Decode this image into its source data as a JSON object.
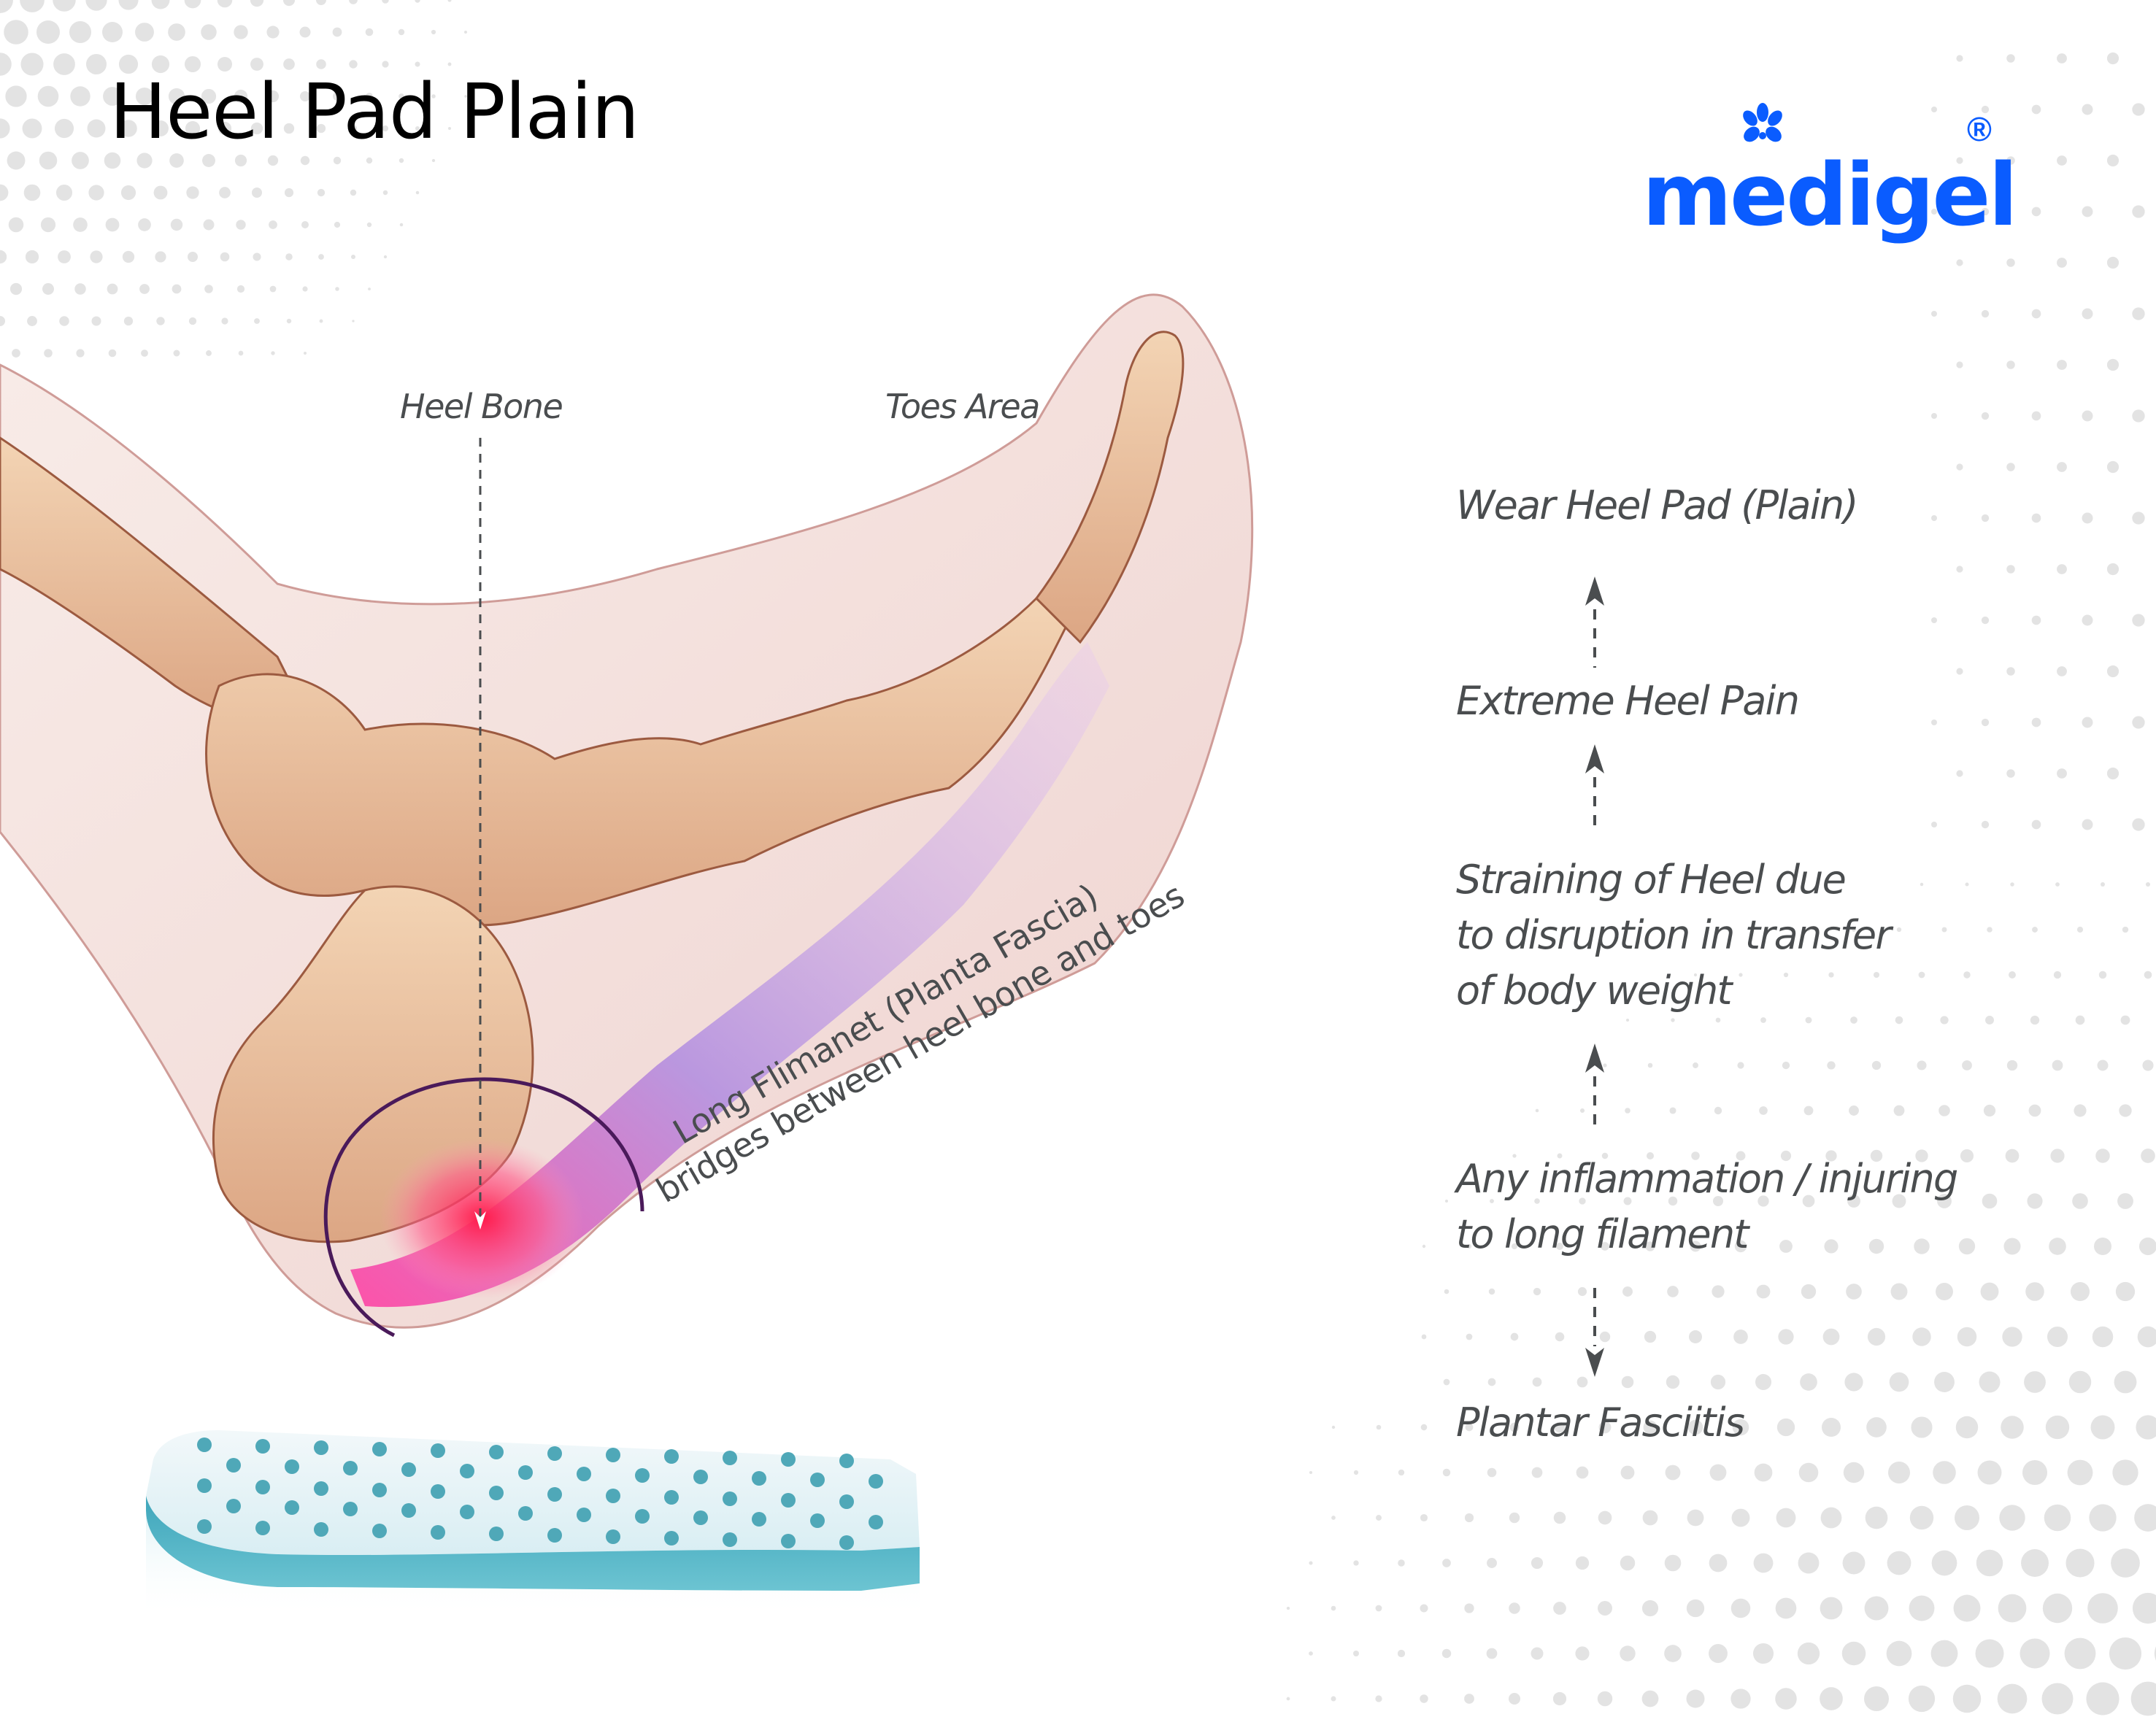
{
  "header": {
    "title": "Heel Pad Plain"
  },
  "brand": {
    "name": "medigel",
    "registered_mark": "®",
    "color": "#0a5cff",
    "icon": "flower-icon"
  },
  "illustration": {
    "labels": {
      "heel_bone": "Heel Bone",
      "toes_area": "Toes Area",
      "fascia_line1": "Long Flimanet (Planta Fascia)",
      "fascia_line2": "bridges between heel bone and toes"
    },
    "colors": {
      "skin": "#f4dcd6",
      "bone": "#e9b995",
      "bone_outline": "#9c5a40",
      "fascia": "#b08be0",
      "pain": "#ff2a5a",
      "circle": "#4a1a5a"
    }
  },
  "product": {
    "name": "heel-pad-gel",
    "color": "#49b3c6"
  },
  "flow": {
    "steps": [
      {
        "text": "Wear Heel Pad (Plain)"
      },
      {
        "text": "Extreme Heel Pain"
      },
      {
        "lines": [
          "Straining of Heel due",
          "to disruption in transfer",
          "of body weight"
        ]
      },
      {
        "lines": [
          "Any inflammation / injuring",
          "to long filament"
        ]
      },
      {
        "text": "Plantar Fasciitis"
      }
    ],
    "text_color": "#4a4d4f"
  },
  "background": {
    "dot_color": "#e3e3e3"
  }
}
